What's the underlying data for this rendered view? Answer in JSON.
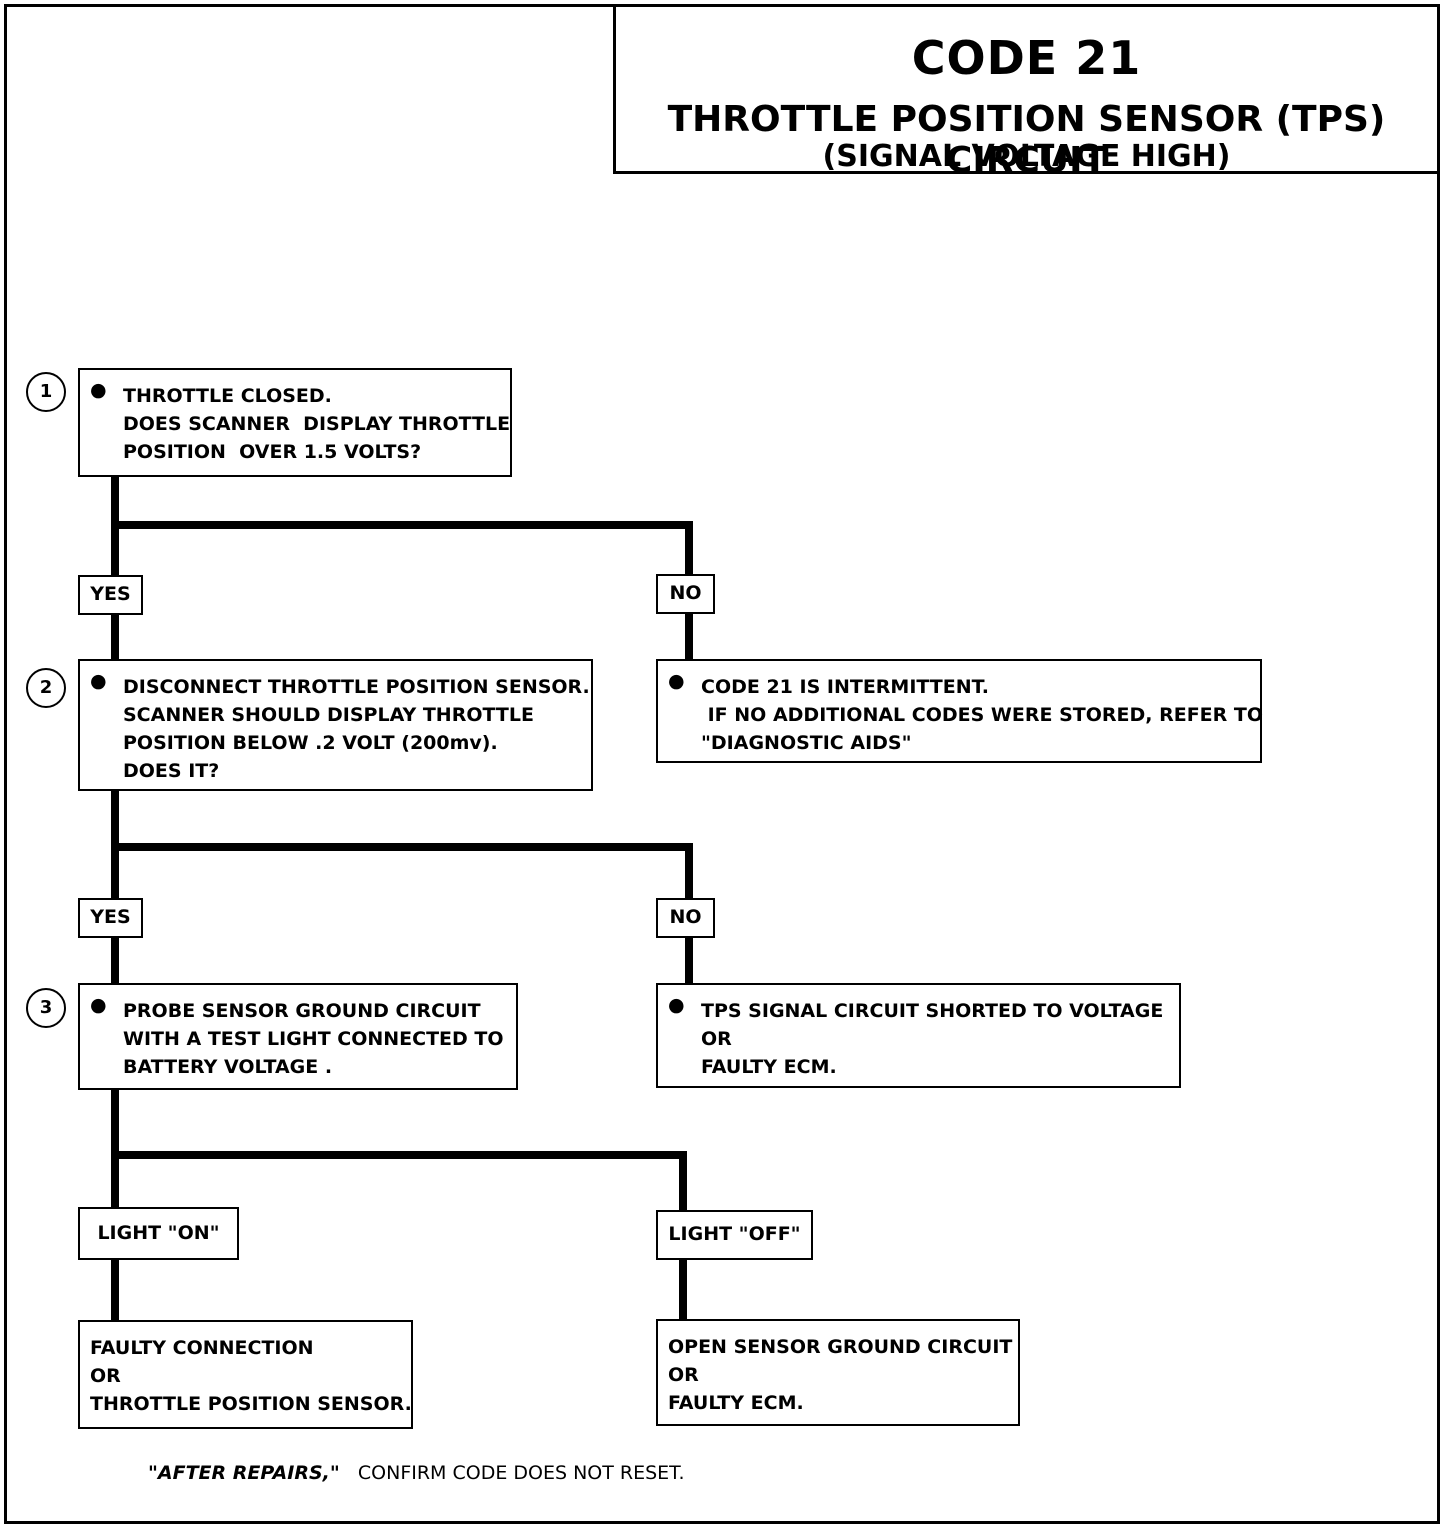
{
  "header": {
    "code": "CODE 21",
    "subtitle": "THROTTLE POSITION SENSOR (TPS) CIRCUIT",
    "condition": "(SIGNAL VOLTAGE HIGH)"
  },
  "steps": [
    {
      "number": "1",
      "text": "THROTTLE CLOSED.\nDOES SCANNER  DISPLAY THROTTLE\nPOSITION  OVER 1.5 VOLTS?"
    },
    {
      "number": "2",
      "text": "DISCONNECT THROTTLE POSITION SENSOR.\nSCANNER SHOULD DISPLAY THROTTLE\nPOSITION BELOW .2 VOLT (200mv).\nDOES IT?"
    },
    {
      "number": "3",
      "text": "PROBE SENSOR GROUND CIRCUIT\nWITH A TEST LIGHT CONNECTED TO\nBATTERY VOLTAGE ."
    }
  ],
  "branches": {
    "yes1": "YES",
    "no1": "NO",
    "yes2": "YES",
    "no2": "NO",
    "light_on": "LIGHT \"ON\"",
    "light_off": "LIGHT \"OFF\""
  },
  "outcomes": {
    "no1": "CODE 21 IS INTERMITTENT.\n IF NO ADDITIONAL CODES WERE STORED, REFER TO\n\"DIAGNOSTIC AIDS\"",
    "no2": "TPS SIGNAL CIRCUIT SHORTED TO VOLTAGE\nOR\nFAULTY ECM.",
    "light_on": "FAULTY CONNECTION\nOR\nTHROTTLE POSITION SENSOR.",
    "light_off": "OPEN SENSOR GROUND CIRCUIT\nOR\nFAULTY ECM."
  },
  "bullet": "●",
  "footer": {
    "emphasis": "\"AFTER REPAIRS,\"",
    "text": "CONFIRM CODE DOES NOT RESET."
  }
}
